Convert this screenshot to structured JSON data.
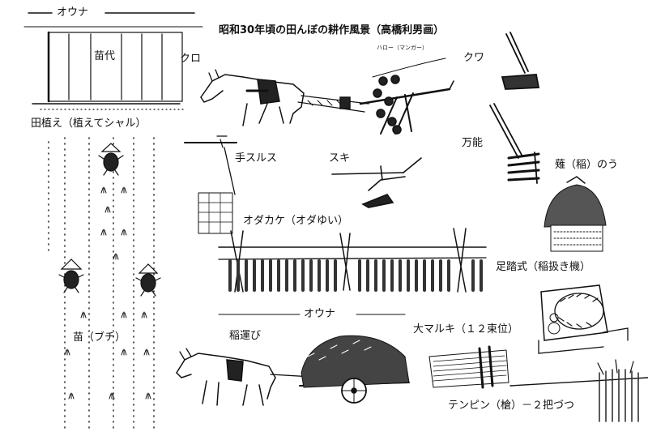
{
  "title": "昭和30年頃の田んぼの耕作風景（高橋利男画）",
  "labels": {
    "ouna_top": "オウナ",
    "nawashiro": "苗代",
    "kuro": "クロ",
    "harrow_note": "ハロー（マンガー）",
    "kuwa": "クワ",
    "taue": "田植え（植えてシャル）",
    "manno": "万能",
    "tesurusu": "手スルス",
    "suki": "スキ",
    "nou": "薙（稲）のう",
    "odakake": "オダカケ（オダゆい）",
    "ashibumi": "足踏式（稲扱き機）",
    "ouna_mid": "オウナ",
    "inehakobi": "稲運び",
    "omaruki": "大マルキ（１２束位）",
    "naebuchi": "苗（ブチ）",
    "tenbin": "テンピン（槍）－２把づつ"
  },
  "colors": {
    "ink": "#111111",
    "paper": "#ffffff"
  }
}
